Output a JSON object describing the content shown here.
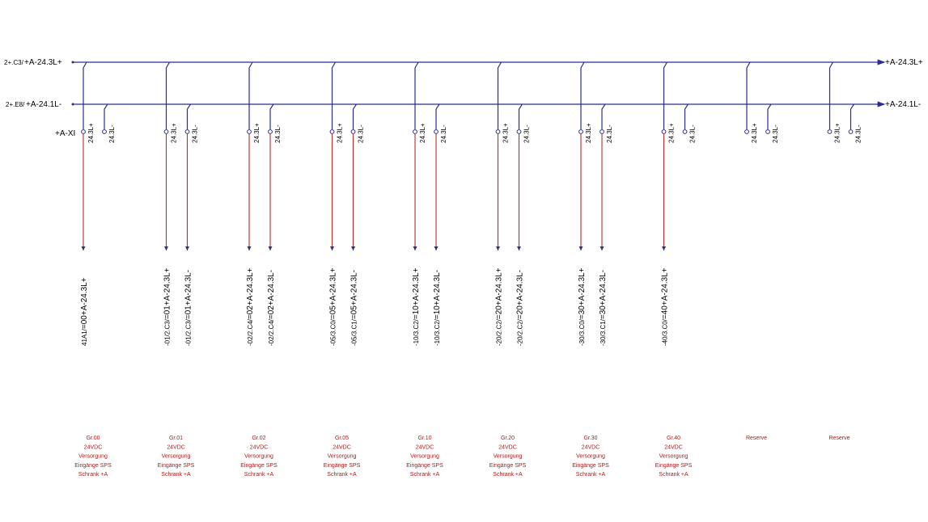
{
  "buses": {
    "top": {
      "source_ref": "2+.C3/",
      "name": "+A-24.3L+",
      "end_label": "+A-24.3L+"
    },
    "bottom": {
      "source_ref": "2+.E8/",
      "name": "+A-24.1L-",
      "end_label": "+A-24.1L-"
    }
  },
  "terminal_strip": "+A-XI",
  "colors": {
    "bus": "#2c2c8c",
    "drop": "#b0302a",
    "group_text": "#b01818"
  },
  "groups": [
    {
      "terminals": [
        "24.3L+",
        "24.3L-"
      ],
      "wires": [
        {
          "ref": "41A1/",
          "name": "=00+A-24.3L+"
        }
      ],
      "caption": [
        "Gr.00",
        "24VDC",
        "Versorgung",
        "Eingänge SPS",
        "Schrank +A"
      ]
    },
    {
      "terminals": [
        "24.3L+",
        "24.3L-"
      ],
      "wires": [
        {
          "ref": "-01/2.C3/",
          "name": "=01+A-24.3L+"
        },
        {
          "ref": "-01/2.C3/",
          "name": "=01+A-24.3L-"
        }
      ],
      "caption": [
        "Gr.01",
        "24VDC",
        "Versorgung",
        "Eingänge SPS",
        "Schrank +A"
      ]
    },
    {
      "terminals": [
        "24.3L+",
        "24.3L-"
      ],
      "wires": [
        {
          "ref": "-02/2.C4/",
          "name": "=02+A-24.3L+"
        },
        {
          "ref": "-02/2.C4/",
          "name": "=02+A-24.3L-"
        }
      ],
      "caption": [
        "Gr.02",
        "24VDC",
        "Versorgung",
        "Eingänge SPS",
        "Schrank +A"
      ]
    },
    {
      "terminals": [
        "24.3L+",
        "24.3L-"
      ],
      "wires": [
        {
          "ref": "-05/3.C0/",
          "name": "=05+A-24.3L+"
        },
        {
          "ref": "-05/3.C1/",
          "name": "=05+A-24.3L-"
        }
      ],
      "caption": [
        "Gr.05",
        "24VDC",
        "Versorgung",
        "Eingänge SPS",
        "Schrank +A"
      ]
    },
    {
      "terminals": [
        "24.3L+",
        "24.3L-"
      ],
      "wires": [
        {
          "ref": "-10/3.C2/",
          "name": "=10+A-24.3L+"
        },
        {
          "ref": "-10/3.C2/",
          "name": "=10+A-24.3L-"
        }
      ],
      "caption": [
        "Gr.10",
        "24VDC",
        "Versorgung",
        "Eingänge SPS",
        "Schrank +A"
      ]
    },
    {
      "terminals": [
        "24.3L+",
        "24.3L-"
      ],
      "wires": [
        {
          "ref": "-20/2.C2/",
          "name": "=20+A-24.3L+"
        },
        {
          "ref": "-20/2.C2/",
          "name": "=20+A-24.3L-"
        }
      ],
      "caption": [
        "Gr.20",
        "24VDC",
        "Versorgung",
        "Eingänge SPS",
        "Schrank +A"
      ]
    },
    {
      "terminals": [
        "24.3L+",
        "24.3L-"
      ],
      "wires": [
        {
          "ref": "-30/3.C0/",
          "name": "=30+A-24.3L+"
        },
        {
          "ref": "-30/3.C1/",
          "name": "=30+A-24.3L-"
        }
      ],
      "caption": [
        "Gr.30",
        "24VDC",
        "Versorgung",
        "Eingänge SPS",
        "Schrank +A"
      ]
    },
    {
      "terminals": [
        "24.3L+",
        "24.3L-"
      ],
      "wires": [
        {
          "ref": "-40/3.C0/",
          "name": "=40+A-24.3L+"
        }
      ],
      "caption": [
        "Gr.40",
        "24VDC",
        "Versorgung",
        "Eingänge SPS",
        "Schrank +A"
      ]
    },
    {
      "terminals": [
        "24.3L+",
        "24.3L-"
      ],
      "wires": [],
      "caption": [
        "Reserve"
      ]
    },
    {
      "terminals": [
        "24.3L+",
        "24.3L-"
      ],
      "wires": [],
      "caption": [
        "Reserve"
      ]
    }
  ]
}
